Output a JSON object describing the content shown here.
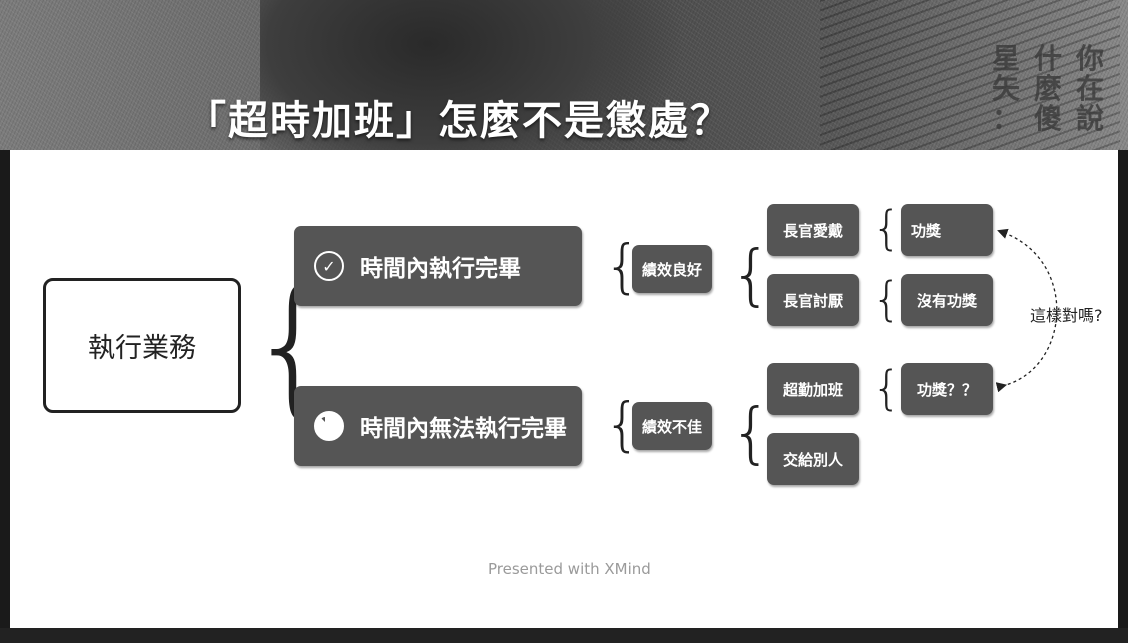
{
  "title": "「超時加班」怎麼不是懲處？",
  "corner_text": [
    "你在說",
    "什麼傻",
    "星矢："
  ],
  "center": "執行業務",
  "branches": [
    {
      "label": "時間內執行完畢",
      "icon": "check-circle-icon",
      "result": "績效良好",
      "children": [
        {
          "label": "長官愛戴",
          "outcome": "功獎"
        },
        {
          "label": "長官討厭",
          "outcome": "沒有功獎"
        }
      ]
    },
    {
      "label": "時間內無法執行完畢",
      "icon": "clock-icon",
      "result": "績效不佳",
      "children": [
        {
          "label": "超勤加班",
          "outcome": "功獎？？"
        },
        {
          "label": "交給別人",
          "outcome": ""
        }
      ]
    }
  ],
  "question": "這樣對嗎?",
  "footer_note": "Presented with XMind",
  "colors": {
    "node": "#555555",
    "header": "#6a6a6a",
    "body": "#ffffff"
  }
}
